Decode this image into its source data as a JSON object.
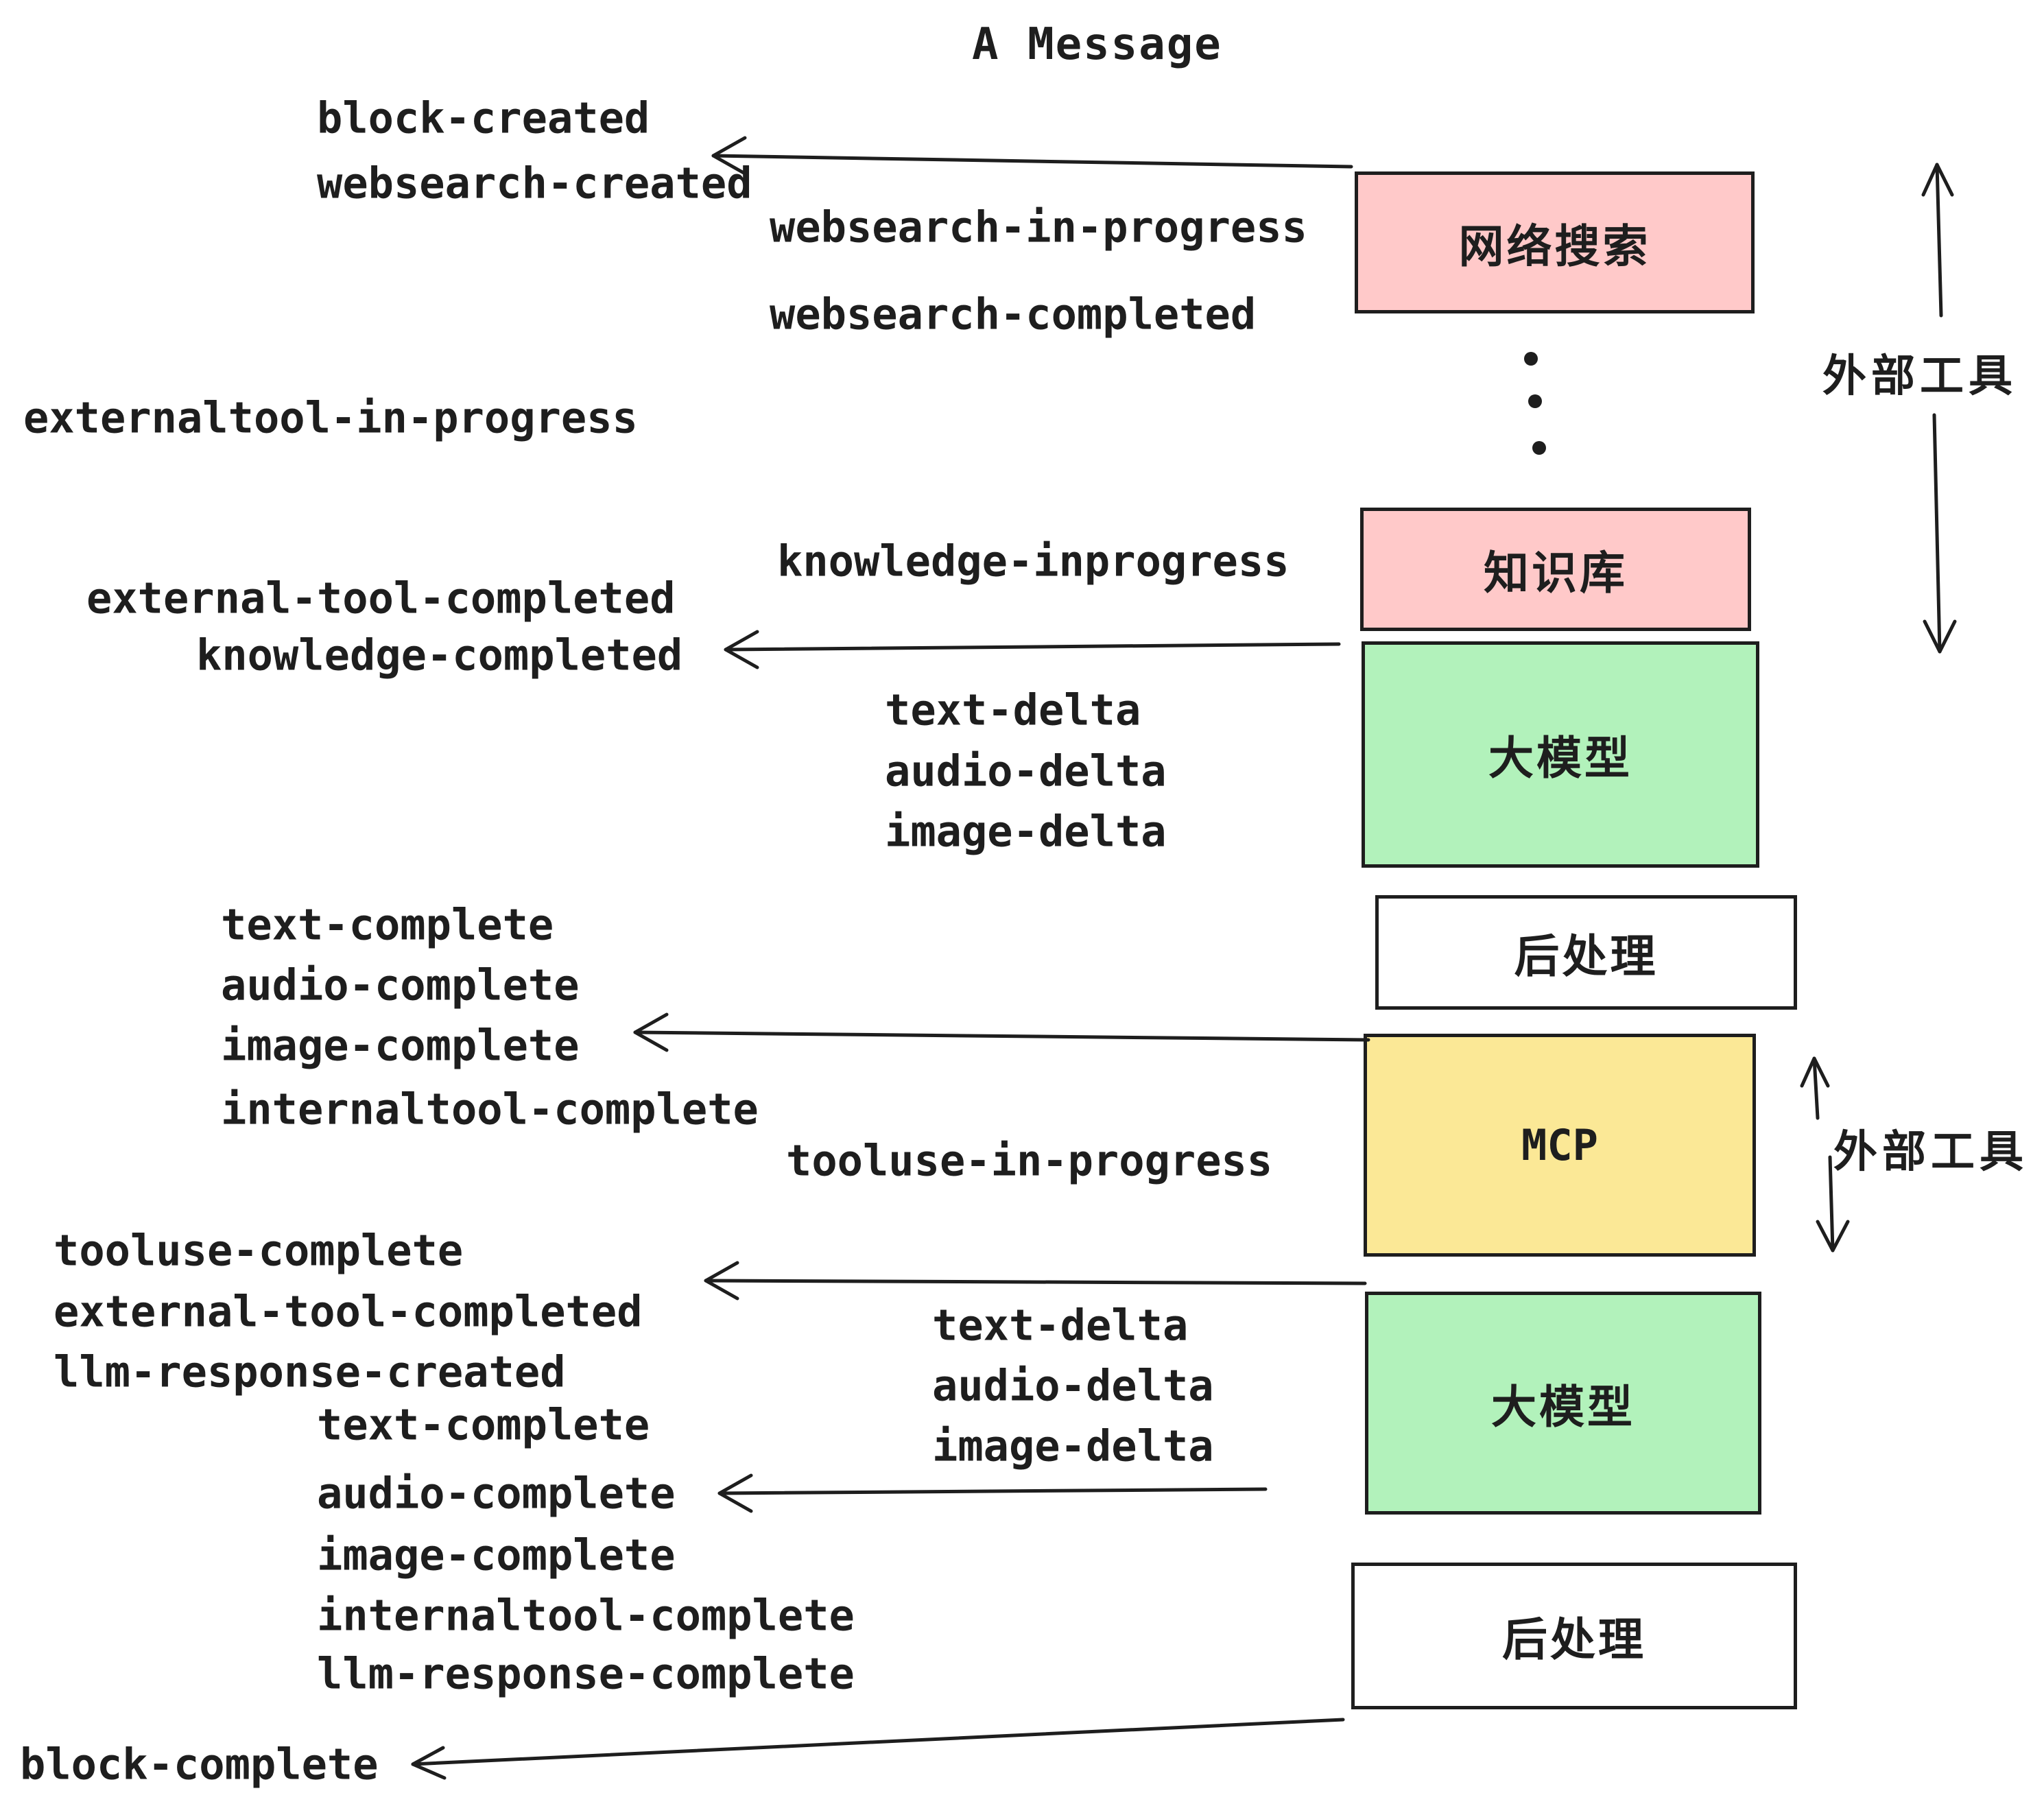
{
  "title": "A Message",
  "colors": {
    "pink": "#ffc9c9",
    "green": "#b2f2bb",
    "yellow": "#fbe896",
    "white": "#ffffff",
    "stroke": "#1e1e1e"
  },
  "boxes": {
    "websearch": "网络搜索",
    "knowledge": "知识库",
    "llm1": "大模型",
    "post1": "后处理",
    "mcp": "MCP",
    "llm2": "大模型",
    "post2": "后处理"
  },
  "side_labels": {
    "external_tools_top": "外部工具",
    "external_tools_mid": "外部工具"
  },
  "events": {
    "block_created": "block-created",
    "websearch_created": "websearch-created",
    "websearch_in_progress": "websearch-in-progress",
    "websearch_completed": "websearch-completed",
    "externaltool_in_progress": "externaltool-in-progress",
    "knowledge_inprogress": "knowledge-inprogress",
    "external_tool_completed": "external-tool-completed",
    "knowledge_completed": "knowledge-completed",
    "text_delta_1": "text-delta",
    "audio_delta_1": "audio-delta",
    "image_delta_1": "image-delta",
    "text_complete_1": "text-complete",
    "audio_complete_1": "audio-complete",
    "image_complete_1": "image-complete",
    "internaltool_complete_1": "internaltool-complete",
    "tooluse_in_progress": "tooluse-in-progress",
    "tooluse_complete": "tooluse-complete",
    "external_tool_completed_2": "external-tool-completed",
    "llm_response_created": "llm-response-created",
    "text_delta_2": "text-delta",
    "audio_delta_2": "audio-delta",
    "image_delta_2": "image-delta",
    "text_complete_2": "text-complete",
    "audio_complete_2": "audio-complete",
    "image_complete_2": "image-complete",
    "internaltool_complete_2": "internaltool-complete",
    "llm_response_complete": "llm-response-complete",
    "block_complete": "block-complete"
  }
}
